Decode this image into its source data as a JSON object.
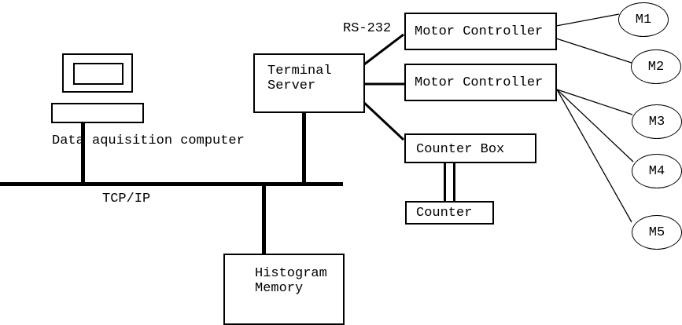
{
  "nodes": {
    "terminal_server": "Terminal\nServer",
    "motor_controller_1": "Motor Controller",
    "motor_controller_2": "Motor Controller",
    "counter_box": "Counter Box",
    "counter": "Counter",
    "histogram_memory": "Histogram\nMemory"
  },
  "labels": {
    "computer": "Data aquisition computer",
    "bus": "TCP/IP",
    "serial": "RS-232"
  },
  "motors": [
    "M1",
    "M2",
    "M3",
    "M4",
    "M5"
  ],
  "colors": {
    "ink": "#000000",
    "paper": "#ffffff"
  }
}
